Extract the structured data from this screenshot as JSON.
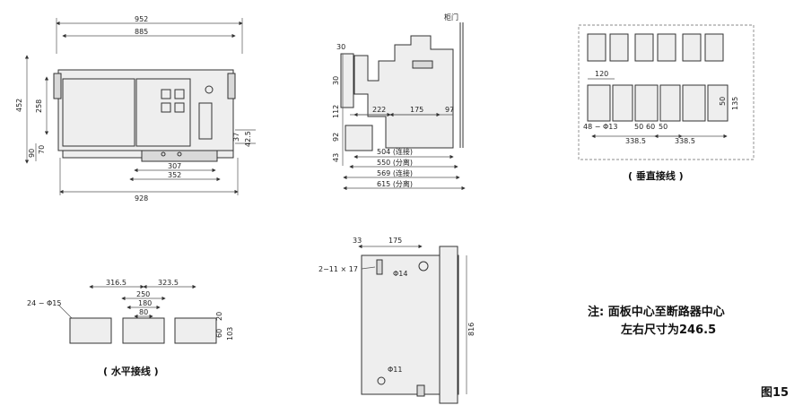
{
  "front_view": {
    "dims": [
      "952",
      "885",
      "452",
      "258",
      "90",
      "70",
      "37",
      "42.5",
      "307",
      "352",
      "928"
    ]
  },
  "side_view": {
    "label_door": "柜门",
    "dims": [
      "30",
      "30",
      "112",
      "92",
      "43",
      "222",
      "175",
      "97"
    ],
    "depths": [
      "504 (连接)",
      "550 (分离)",
      "569 (连接)",
      "615 (分离)"
    ]
  },
  "vertical_conn": {
    "dims": [
      "120",
      "50",
      "135",
      "48 − Φ13",
      "338.5",
      "50",
      "60",
      "50",
      "338.5"
    ],
    "caption": "( 垂直接线 )"
  },
  "horizontal_conn": {
    "dims": [
      "24 − Φ15",
      "316.5",
      "323.5",
      "250",
      "180",
      "80",
      "20",
      "60",
      "103"
    ],
    "caption": "( 水平接线 )"
  },
  "panel_cutout": {
    "dims": [
      "33",
      "175",
      "2−11 × 17",
      "Φ14",
      "816",
      "Φ11"
    ]
  },
  "note": {
    "line1": "注: 面板中心至断路器中心",
    "line2": "左右尺寸为246.5"
  },
  "figure_label": "图15"
}
